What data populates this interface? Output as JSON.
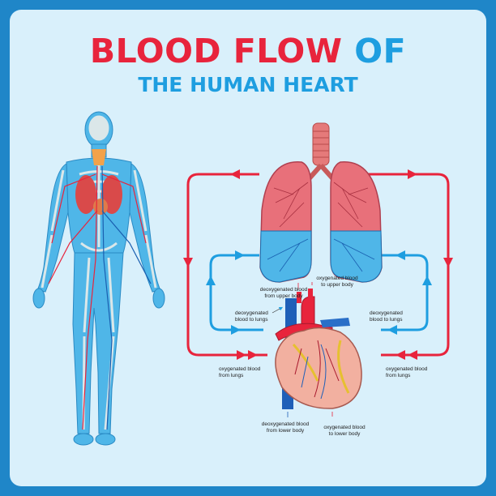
{
  "title": {
    "part_red": "BLOOD FLOW",
    "part_blue": "OF",
    "line2": "THE HUMAN HEART"
  },
  "labels": {
    "deoxy_upper": "deoxygenated blood\nfrom upper body",
    "oxy_upper": "oxygenated blood\nto upper body",
    "deoxy_lungs_left": "deoxygenated\nblood to lungs",
    "deoxy_lungs_right": "deoxygenated\nblood to lungs",
    "oxy_from_lungs_left": "oxygenated blood\nfrom lungs",
    "oxy_from_lungs_right": "oxygenated blood\nfrom lungs",
    "deoxy_lower": "deoxygenated blood\nfrom lower body",
    "oxy_lower": "oxygenated blood\nto lower body"
  },
  "colors": {
    "frame": "#1f86c8",
    "background": "#d9f0fb",
    "oxygenated": "#e8243c",
    "deoxygenated": "#1e9ee0",
    "body": "#4fb6e8"
  }
}
